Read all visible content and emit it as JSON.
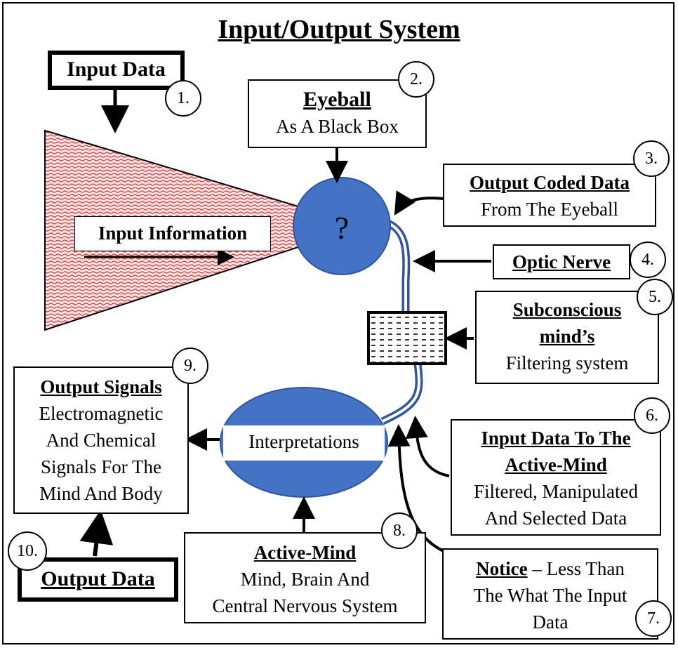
{
  "title": "Input/Output System",
  "boxes": {
    "input_data": "Input Data",
    "eyeball": {
      "title": "Eyeball",
      "subtitle": "As A Black Box"
    },
    "output_coded": {
      "title": "Output Coded Data",
      "subtitle": "From The Eyeball"
    },
    "optic_nerve": "Optic Nerve",
    "subconscious": {
      "title_line1": "Subconscious",
      "title_line2": "mind’s",
      "subtitle": "Filtering system"
    },
    "input_active": {
      "title_line1": "Input Data To The",
      "title_line2": "Active-Mind",
      "line1": "Filtered, Manipulated",
      "line2": "And Selected Data"
    },
    "notice": {
      "bold": "Notice",
      "rest": " – Less Than",
      "line2": "The What The Input",
      "line3": "Data"
    },
    "active_mind": {
      "title": "Active-Mind",
      "line1": "Mind, Brain And",
      "line2": "Central Nervous System"
    },
    "output_signals": {
      "title": "Output Signals",
      "line1": "Electromagnetic",
      "line2": "And Chemical",
      "line3": "Signals For The",
      "line4": "Mind And Body"
    },
    "output_data": "Output Data",
    "input_information": "Input Information",
    "interpretations": "Interpretations",
    "eye_symbol": "?"
  },
  "numbers": [
    "1.",
    "2.",
    "3.",
    "4.",
    "5.",
    "6.",
    "7.",
    "8.",
    "9.",
    "10."
  ],
  "colors": {
    "blue": "#4472C4",
    "pattern": "#e03030"
  }
}
